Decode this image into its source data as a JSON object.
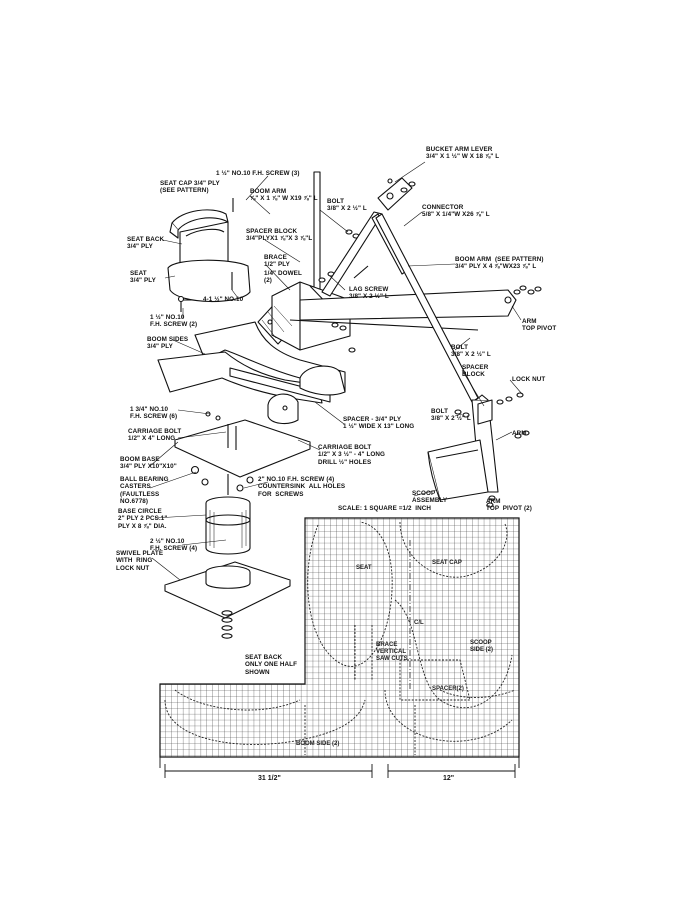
{
  "labels": {
    "bucket_arm_lever": "BUCKET ARM LEVER\n3/4\" X 1 ½\" W X 18 ⅞\" L",
    "seat_screw": "1 ½\" No.10 F.H. SCREW (3)",
    "seat_cap": "SEAT CAP 3/4\" PLY\n(SEE PATTERN)",
    "boom_arm_top": "BOOM ARM\n⅞\" X 1 ⅞\" W X19 ⅞\" L",
    "bolt_top": "BOLT\n3/8\" X 2 ½\" L",
    "connector": "CONNECTOR\n5/8\" X 1/4\"W X26 ⅞\" L",
    "seat_back": "SEAT BACK\n3/4\" PLY",
    "spacer_block_top": "SPACER BLOCK\n3/4\"PLYX1 ⅞\"X 3 ⅞\"L",
    "boom_arm_pattern": "BOOM ARM  (SEE PATTERN)\n3/4\" PLY X 4 ⅞\"WX23 ⅞\" L",
    "brace": "BRACE\n1/2\" PLY",
    "dowel": "1/4\" DOWEL\n(2)",
    "seat": "SEAT\n3/4\" PLY",
    "lag_screw": "LAG SCREW\n3/8\" X 2 ½\" L",
    "screw_4_1_2": "4-1 ½\" No.10",
    "fh_screw_2": "1 ½\" No.10\nF.H. SCREW (2)",
    "arm_top_pivot": "ARM\nTOP PIVOT",
    "boom_sides": "BOOM SIDES\n3/4\" PLY",
    "bolt_mid": "BOLT\n3/8\" X 2 ½\" L",
    "spacer_block_right": "SPACER\nBLOCK",
    "lock_nut": "LOCK NUT",
    "fh_screw_6": "1 3/4\" No.10\nF.H. SCREW (6)",
    "carriage_bolt_left": "CARRIAGE BOLT\n1/2\" X 4\" LONG",
    "spacer_ply": "SPACER - 3/4\" PLY\n1 ½\" WIDE X 13\" LONG",
    "bolt_lower": "BOLT\n3/8\" X 2 ½\" L",
    "arm": "ARM",
    "boom_base": "BOOM BASE\n3/4\" PLY X10\"X10\"",
    "carriage_bolt_right": "CARRIAGE BOLT\n1/2\" X 3 ½\" - 4\" LONG\nDRILL ½\" HOLES",
    "casters": "BALL BEARING\nCASTERS\n(FAULTLESS\nNO.6778)",
    "countersink": "2\" No.10 F.H. SCREW (4)\nCOUNTERSINK  ALL HOLES\nFOR  SCREWS",
    "scoop": "SCOOP\nASSEMBLY",
    "arm_top_pivot_2": "ARM\nTOP  PIVOT (2)",
    "base_circle": "BASE CIRCLE\n2\" PLY 2 PCS.1\"\nPLY X 8 ⅞\" DIA.",
    "scale": "SCALE: 1 SQUARE =1/2  INCH",
    "screw_2_1_2": "2 ½\" No.10\nF.H. SCREW (4)",
    "swivel_plate": "SWIVEL PLATE\nWITH  RING\nLOCK NUT",
    "seat_back_half": "SEAT BACK\nONLY ONE HALF\nSHOWN"
  },
  "pattern_labels": {
    "seat": "SEAT",
    "seat_cap": "SEAT CAP",
    "c_l": "C/L",
    "brace_vertical": "BRACE\nVERTICAL\nSAW CUTS",
    "scoop_side": "SCOOP\nSIDE (2)",
    "spacer": "SPACER(2)",
    "boom_side": "BOOM SIDE (2)"
  },
  "dimensions": {
    "left_width": "31 1/2\"",
    "right_width": "12\""
  },
  "colors": {
    "ink": "#111111",
    "grid": "#444444",
    "paper": "#ffffff"
  }
}
